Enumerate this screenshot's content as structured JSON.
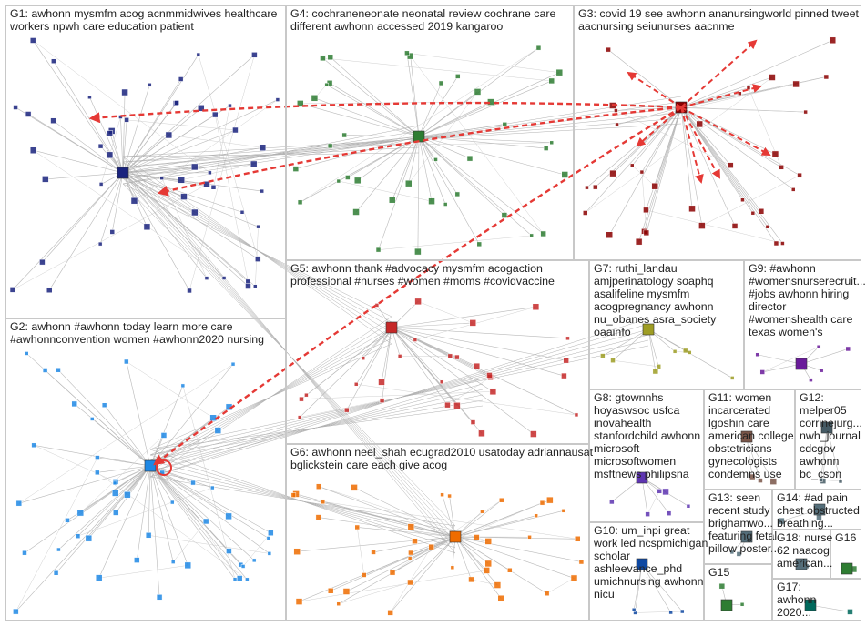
{
  "groups": [
    {
      "id": "G1",
      "color": "#1a237e",
      "label": [
        "G1: awhonn mysmfm acog acnmmidwives healthcare",
        "workers npwh care education patient"
      ]
    },
    {
      "id": "G4",
      "color": "#2e7d32",
      "label": [
        "G4: cochraneneonate neonatal review cochrane care",
        "different awhonn accessed 2019 kangaroo"
      ]
    },
    {
      "id": "G3",
      "color": "#8b0000",
      "label": [
        "G3: covid 19 see awhonn ananursingworld pinned tweet",
        "aacnursing seiunurses aacnme"
      ]
    },
    {
      "id": "G2",
      "color": "#1e88e5",
      "label": [
        "G2: awhonn #awhonn today learn more care",
        "#awhonnconvention women #awhonn2020 nursing"
      ]
    },
    {
      "id": "G5",
      "color": "#c62828",
      "label": [
        "G5: awhonn thank #advocacy mysmfm acogaction",
        "professional #nurses #women #moms #covidvaccine"
      ]
    },
    {
      "id": "G6",
      "color": "#ef6c00",
      "label": [
        "G6: awhonn neel_shah ecugrad2010 usatoday adriannausat",
        "bglickstein care each give acog"
      ]
    },
    {
      "id": "G7",
      "color": "#9e9d24",
      "label": [
        "G7: ruthi_landau",
        "amjperinatology soaphq",
        "asalifeline mysmfm",
        "acogpregnancy awhonn",
        "nu_obanes asra_society",
        "oaainfo"
      ]
    },
    {
      "id": "G9",
      "color": "#6a1b9a",
      "label": [
        "G9: #awhonn",
        "#womensnurserecruit...",
        "#jobs awhonn hiring",
        "director",
        "#womenshealth care",
        "texas women's"
      ]
    },
    {
      "id": "G8",
      "color": "#5e35b1",
      "label": [
        "G8: gtownnhs",
        "hoyaswsoc usfca",
        "inovahealth",
        "stanfordchild awhonn",
        "microsoft",
        "microsoftwomen",
        "msftnews philipsna"
      ]
    },
    {
      "id": "G11",
      "color": "#795548",
      "label": [
        "G11: women",
        "incarcerated",
        "lgoshin care",
        "american college",
        "obstetricians",
        "gynecologists",
        "condemns use"
      ]
    },
    {
      "id": "G12",
      "color": "#455a64",
      "label": [
        "G12:",
        "melper05",
        "corrinejurg...",
        "nwh_journal",
        "cdcgov",
        "awhonn",
        "bc_cson"
      ]
    },
    {
      "id": "G13",
      "color": "#546e7a",
      "label": [
        "G13: seen",
        "recent study",
        "brighamwo...",
        "featuring fetal",
        "pillow poster..."
      ]
    },
    {
      "id": "G14",
      "color": "#546e7a",
      "label": [
        "G14: #ad pain",
        "chest obstructed",
        "breathing..."
      ]
    },
    {
      "id": "G10",
      "color": "#0d47a1",
      "label": [
        "G10: um_ihpi great",
        "work led ncspmichigan",
        "scholar",
        "ashleevance_phd",
        "umichnursing awhonn",
        "nicu"
      ]
    },
    {
      "id": "G15",
      "color": "#2e7d32",
      "label": [
        "G15"
      ]
    },
    {
      "id": "G16",
      "color": "#2e7d32",
      "label": [
        "G16"
      ]
    },
    {
      "id": "G17",
      "color": "#00695c",
      "label": [
        "G17:",
        "awhonn",
        "2020..."
      ]
    },
    {
      "id": "G18",
      "color": "#546e7a",
      "label": [
        "G18: nurse",
        "62 naacog",
        "american..."
      ]
    }
  ]
}
